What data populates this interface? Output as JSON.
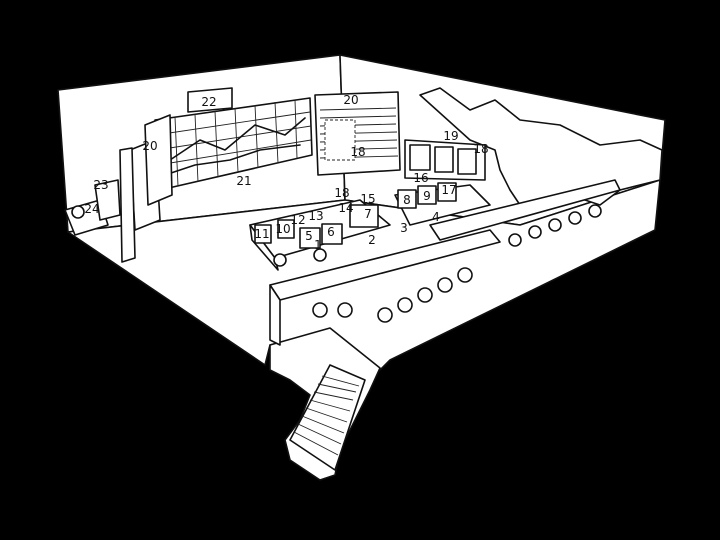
{
  "labels": {
    "l1": "1",
    "l2": "2",
    "l3": "3",
    "l4": "4",
    "l5": "5",
    "l6": "6",
    "l7": "7",
    "l8": "8",
    "l9": "9",
    "l10": "10",
    "l11": "11",
    "l12": "12",
    "l13": "13",
    "l14": "14",
    "l15": "15",
    "l16": "16",
    "l17": "17",
    "l18a": "18",
    "l18b": "18",
    "l18c": "18",
    "l19": "19",
    "l20a": "20",
    "l20b": "20",
    "l21": "21",
    "l22": "22",
    "l23": "23",
    "l24": "24"
  }
}
